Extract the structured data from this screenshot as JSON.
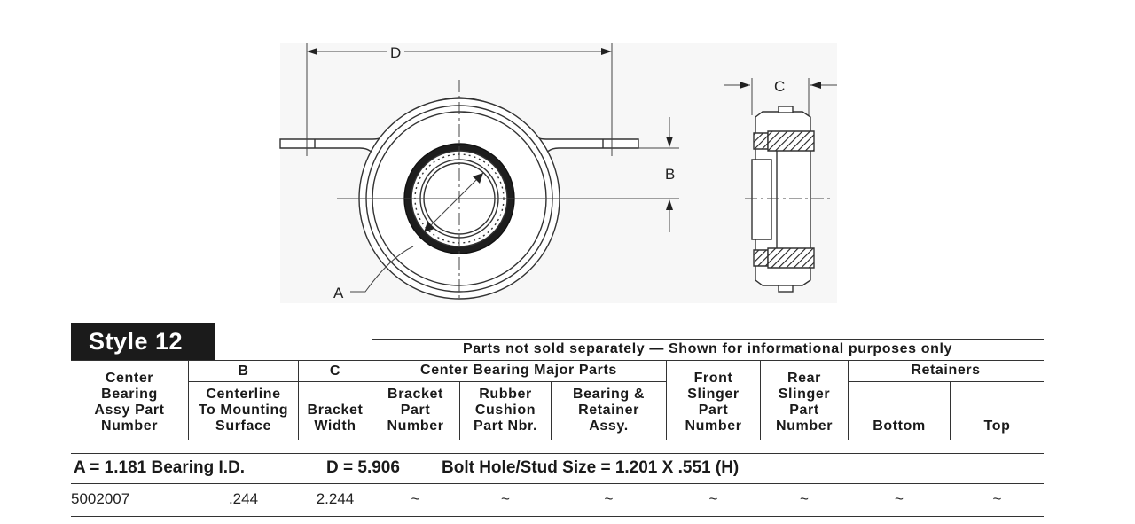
{
  "diagram": {
    "dim_d": "D",
    "dim_c": "C",
    "dim_b": "B",
    "dim_a": "A"
  },
  "style_label": "Style 12",
  "info_banner": "Parts not sold separately — Shown for informational purposes only",
  "group_headers": {
    "major_parts": "Center Bearing Major Parts",
    "retainers": "Retainers"
  },
  "columns": {
    "assy": [
      "Center",
      "Bearing",
      "Assy Part",
      "Number"
    ],
    "b_letter": "B",
    "b": [
      "Centerline",
      "To Mounting",
      "Surface"
    ],
    "c_letter": "C",
    "c": [
      "Bracket",
      "Width"
    ],
    "bracket": [
      "Bracket",
      "Part",
      "Number"
    ],
    "rubber": [
      "Rubber",
      "Cushion",
      "Part Nbr."
    ],
    "bearing": [
      "Bearing &",
      "Retainer",
      "Assy."
    ],
    "front": [
      "Front",
      "Slinger",
      "Part",
      "Number"
    ],
    "rear": [
      "Rear",
      "Slinger",
      "Part",
      "Number"
    ],
    "bottom": "Bottom",
    "top": "Top"
  },
  "summary": {
    "a": "A = 1.181 Bearing I.D.",
    "d": "D = 5.906",
    "bolt": "Bolt Hole/Stud Size = 1.201 X .551 (H)"
  },
  "row": {
    "part_number": "5002007",
    "b": ".244",
    "c": "2.244",
    "bracket": "~",
    "rubber": "~",
    "bearing": "~",
    "front": "~",
    "rear": "~",
    "bottom": "~",
    "top": "~"
  }
}
